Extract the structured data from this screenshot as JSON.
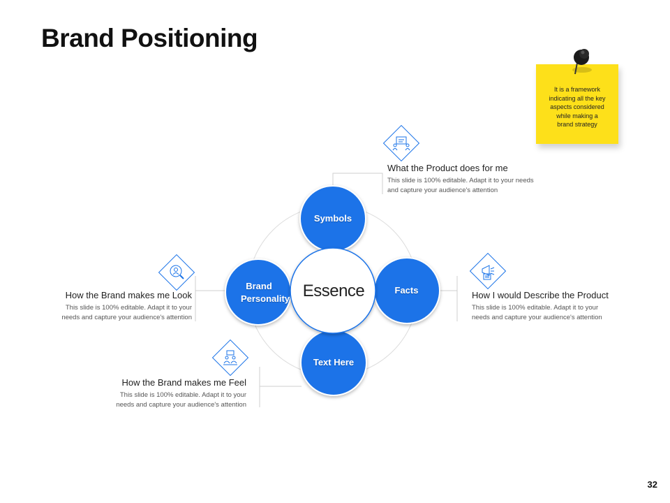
{
  "slide": {
    "title": "Brand Positioning",
    "page_number": "32"
  },
  "colors": {
    "primary_blue": "#1a73e8",
    "note_yellow": "#fde01a",
    "connector_gray": "#c8c8c8"
  },
  "diagram": {
    "center": {
      "label": "Essence"
    },
    "nodes": [
      {
        "id": "top",
        "label": "Symbols"
      },
      {
        "id": "left",
        "label_line1": "Brand",
        "label_line2": "Personality"
      },
      {
        "id": "right",
        "label": "Facts"
      },
      {
        "id": "bottom",
        "label": "Text Here"
      }
    ]
  },
  "callouts": [
    {
      "id": "product-does",
      "icon": "presentation-icon",
      "title": "What the Product does for me",
      "desc_line1": "This slide is 100% editable.  Adapt it to your needs",
      "desc_line2": "and capture your audience's attention"
    },
    {
      "id": "brand-look",
      "icon": "magnifier-person-icon",
      "title": "How the Brand makes me Look",
      "desc_line1": "This slide is 100% editable.  Adapt it to your",
      "desc_line2": "needs and capture your audience's attention"
    },
    {
      "id": "describe-product",
      "icon": "megaphone-icon",
      "title": "How I would Describe the Product",
      "desc_line1": "This slide is 100% editable.  Adapt it to your",
      "desc_line2": "needs and capture your audience's attention"
    },
    {
      "id": "brand-feel",
      "icon": "team-icon",
      "title": "How the Brand makes me Feel",
      "desc_line1": "This slide is 100% editable.  Adapt it to your",
      "desc_line2": "needs and capture your audience's attention"
    }
  ],
  "sticky_note": {
    "line1": "It is a framework",
    "line2": "indicating all the key",
    "line3": "aspects considered",
    "line4": "while making  a",
    "line5": "brand strategy"
  }
}
